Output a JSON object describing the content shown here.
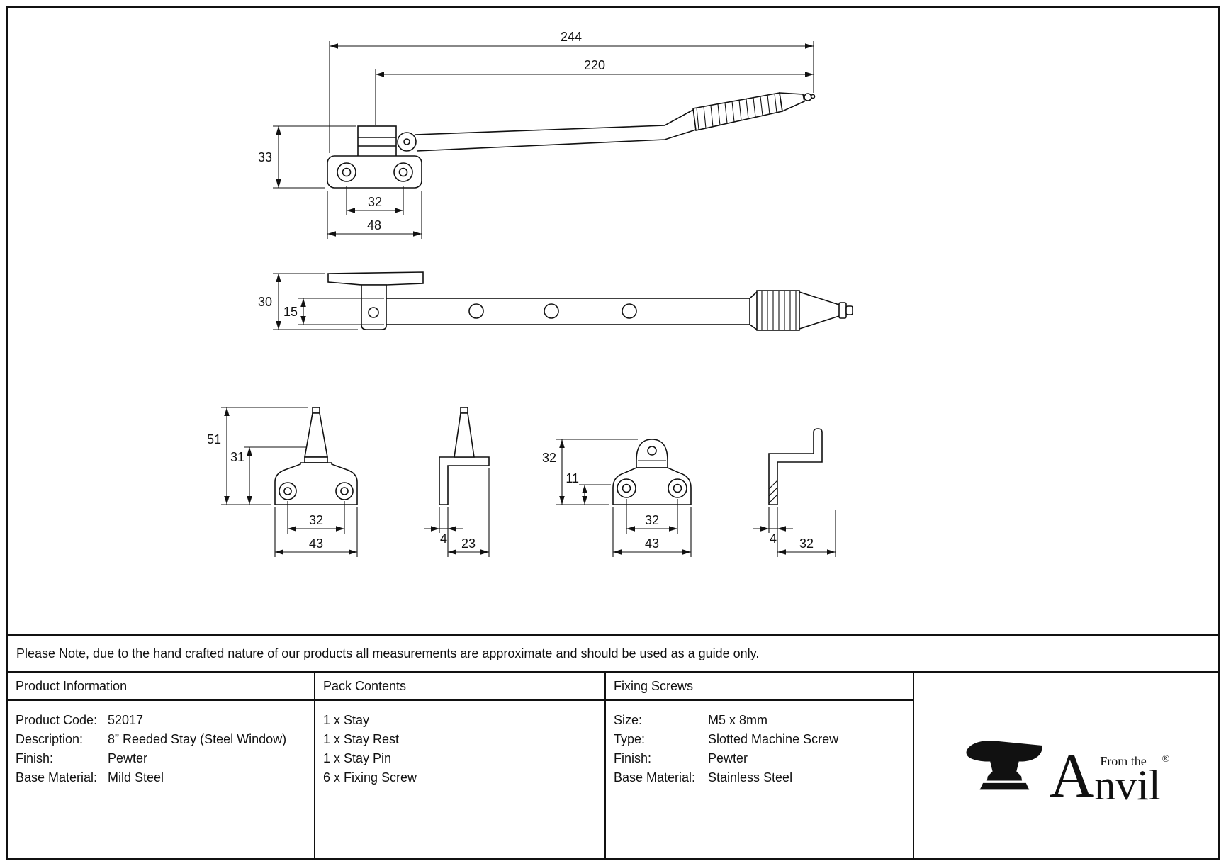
{
  "note": "Please Note, due to the hand crafted nature of our products all measurements are approximate and should be used as a guide only.",
  "drawing": {
    "stay_top_view": {
      "overall_length": "244",
      "arm_length": "220",
      "plate_height": "33",
      "hole_spacing": "32",
      "plate_width": "48"
    },
    "stay_side_view": {
      "total_height": "30",
      "arm_thickness": "15"
    },
    "stay_pin_front": {
      "total_height": "51",
      "pin_height": "31",
      "hole_spacing": "32",
      "base_width": "43"
    },
    "stay_pin_side": {
      "thickness": "4",
      "depth": "23"
    },
    "stay_rest_front": {
      "total_height": "32",
      "base_height": "11",
      "hole_spacing": "32",
      "base_width": "43"
    },
    "stay_rest_side": {
      "thickness": "4",
      "depth": "32"
    }
  },
  "table": {
    "product_information": {
      "header": "Product Information",
      "rows": [
        {
          "label": "Product Code:",
          "value": "52017"
        },
        {
          "label": "Description:",
          "value": "8” Reeded Stay (Steel Window)"
        },
        {
          "label": "Finish:",
          "value": "Pewter"
        },
        {
          "label": "Base Material:",
          "value": "Mild Steel"
        }
      ]
    },
    "pack_contents": {
      "header": "Pack Contents",
      "items": [
        "1 x Stay",
        "1 x Stay Rest",
        "1 x Stay Pin",
        "6 x Fixing Screw"
      ]
    },
    "fixing_screws": {
      "header": "Fixing Screws",
      "rows": [
        {
          "label": "Size:",
          "value": "M5 x 8mm"
        },
        {
          "label": "Type:",
          "value": "Slotted Machine Screw"
        },
        {
          "label": "Finish:",
          "value": "Pewter"
        },
        {
          "label": "Base Material:",
          "value": "Stainless Steel"
        }
      ]
    }
  },
  "logo": {
    "from_the": "From the",
    "big_a": "A",
    "nvil": "nvil",
    "registered": "®"
  }
}
